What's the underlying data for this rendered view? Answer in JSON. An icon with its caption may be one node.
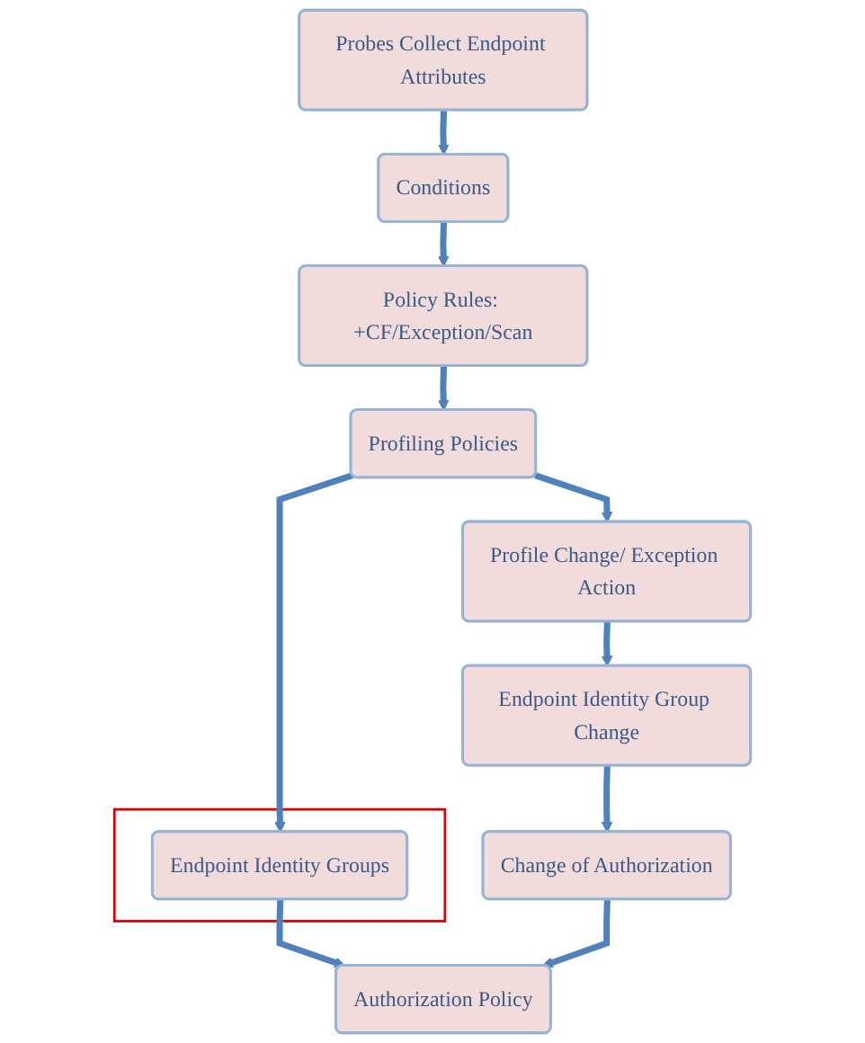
{
  "diagram": {
    "nodes": [
      {
        "text": [
          "Probes Collect Endpoint Attributes"
        ]
      },
      {
        "text": [
          "Conditions"
        ]
      },
      {
        "text": [
          "Policy Rules: +CF/Exception/Scan"
        ]
      },
      {
        "text": [
          "Profiling Policies"
        ]
      },
      {
        "text": [
          "Profile Change/ Exception Action"
        ]
      },
      {
        "text": [],
        "shape": "box"
      },
      {
        "text": [
          "Endpoint Identity Groups"
        ],
        "in": 5
      },
      {
        "text": [
          "Endpoint Identity Group Change"
        ]
      },
      {
        "text": [
          "Authorization Policy"
        ]
      },
      {
        "text": [
          "Change of Authorization"
        ]
      }
    ],
    "edges": [
      {
        "from": 0,
        "to": 1,
        "arrow": "to"
      },
      {
        "from": 1,
        "to": 2,
        "arrow": "to"
      },
      {
        "from": 2,
        "to": 3,
        "arrow": "to"
      },
      {
        "from": 3,
        "to": 4,
        "arrow": "to"
      },
      {
        "from": 3,
        "to": 6,
        "arrow": "to"
      },
      {
        "from": 4,
        "to": 7,
        "arrow": "to"
      },
      {
        "from": 6,
        "to": 8,
        "arrow": "to"
      },
      {
        "from": 7,
        "to": 9,
        "arrow": "to"
      },
      {
        "from": 9,
        "to": 8,
        "arrow": "to"
      }
    ]
  }
}
